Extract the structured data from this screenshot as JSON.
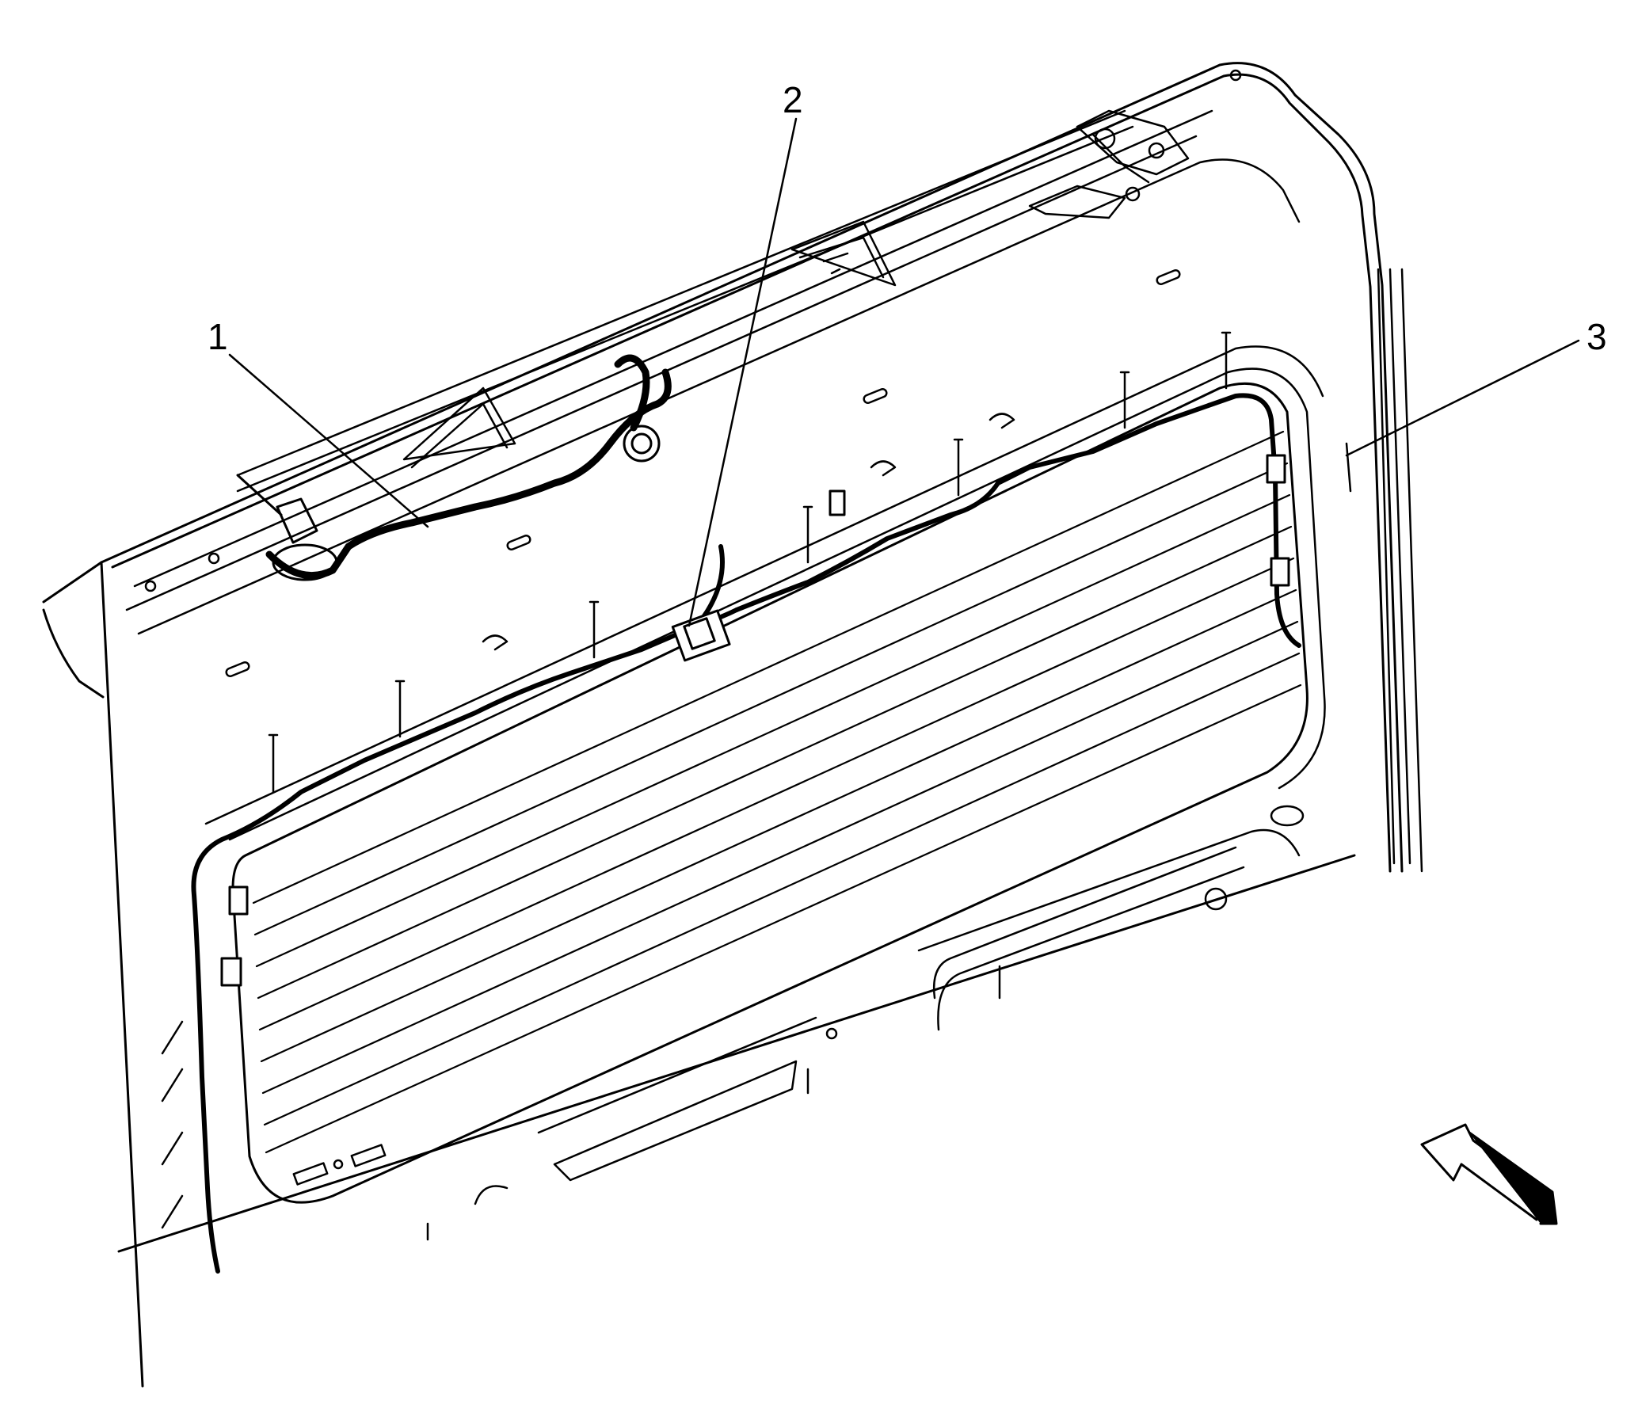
{
  "callouts": [
    {
      "id": "1",
      "text": "1"
    },
    {
      "id": "2",
      "text": "2"
    },
    {
      "id": "3",
      "text": "3"
    }
  ],
  "colors": {
    "ink": "#000000",
    "paper": "#ffffff"
  },
  "icons": {
    "view_direction": "view-direction-arrow-icon"
  }
}
